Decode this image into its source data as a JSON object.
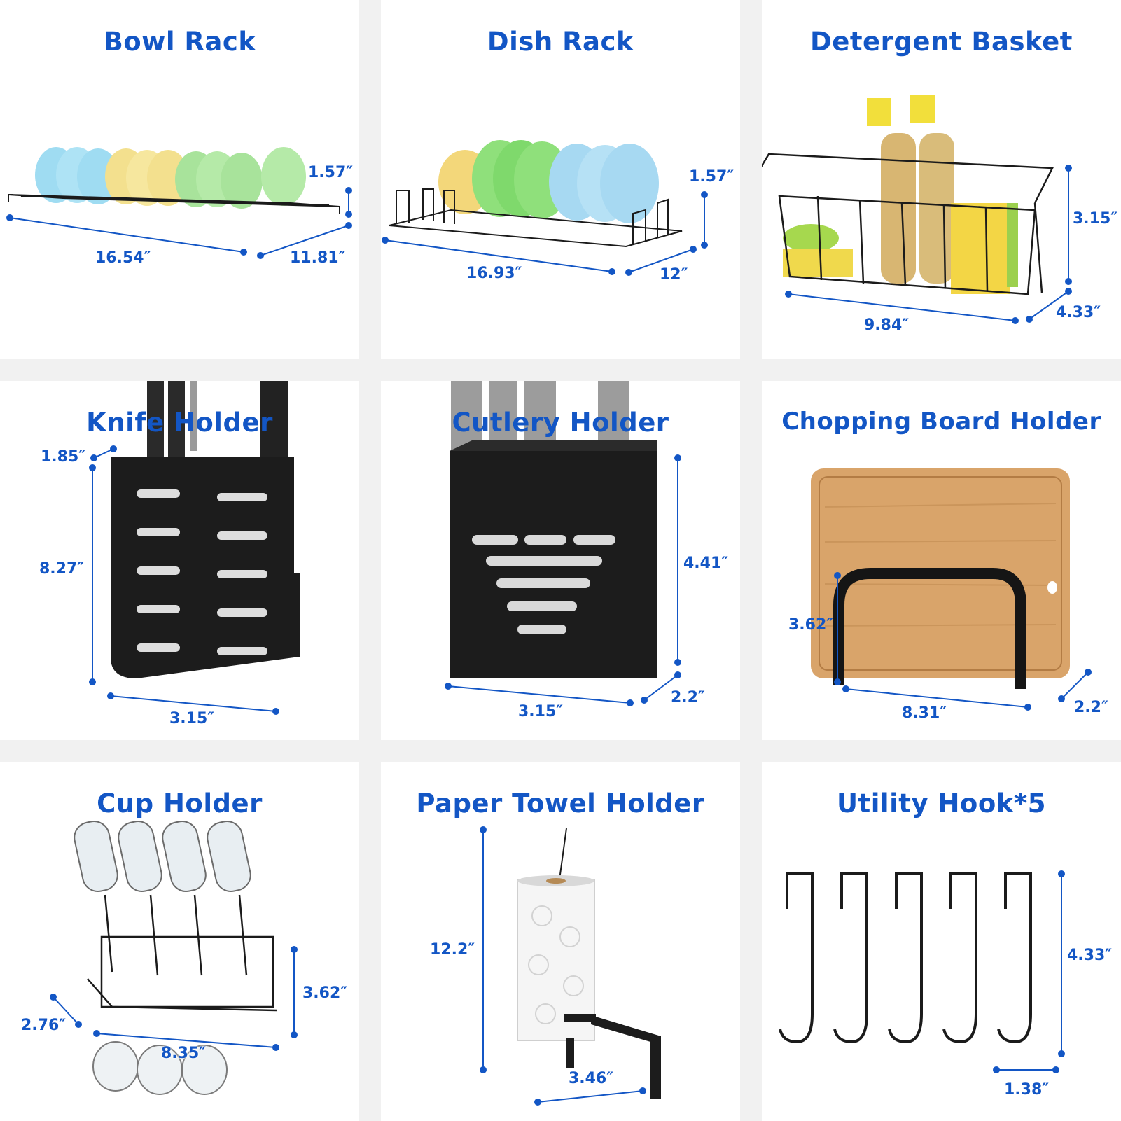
{
  "colors": {
    "accent": "#1356c5",
    "product": "#1b1b1b",
    "background": "#ffffff"
  },
  "panels": [
    {
      "title": "Bowl Rack",
      "dims": [
        "1.57″",
        "16.54″",
        "11.81″"
      ]
    },
    {
      "title": "Dish Rack",
      "dims": [
        "1.57″",
        "16.93″",
        "12″"
      ]
    },
    {
      "title": "Detergent Basket",
      "dims": [
        "3.15″",
        "9.84″",
        "4.33″"
      ]
    },
    {
      "title": "Knife Holder",
      "dims": [
        "1.85″",
        "8.27″",
        "3.15″"
      ]
    },
    {
      "title": "Cutlery Holder",
      "dims": [
        "4.41″",
        "3.15″",
        "2.2″"
      ]
    },
    {
      "title": "Chopping Board Holder",
      "dims": [
        "3.62″",
        "8.31″",
        "2.2″"
      ]
    },
    {
      "title": "Cup Holder",
      "dims": [
        "3.62″",
        "2.76″",
        "8.35″"
      ]
    },
    {
      "title": "Paper Towel Holder",
      "dims": [
        "12.2″",
        "3.46″"
      ]
    },
    {
      "title": "Utility Hook*5",
      "dims": [
        "4.33″",
        "1.38″"
      ]
    }
  ]
}
